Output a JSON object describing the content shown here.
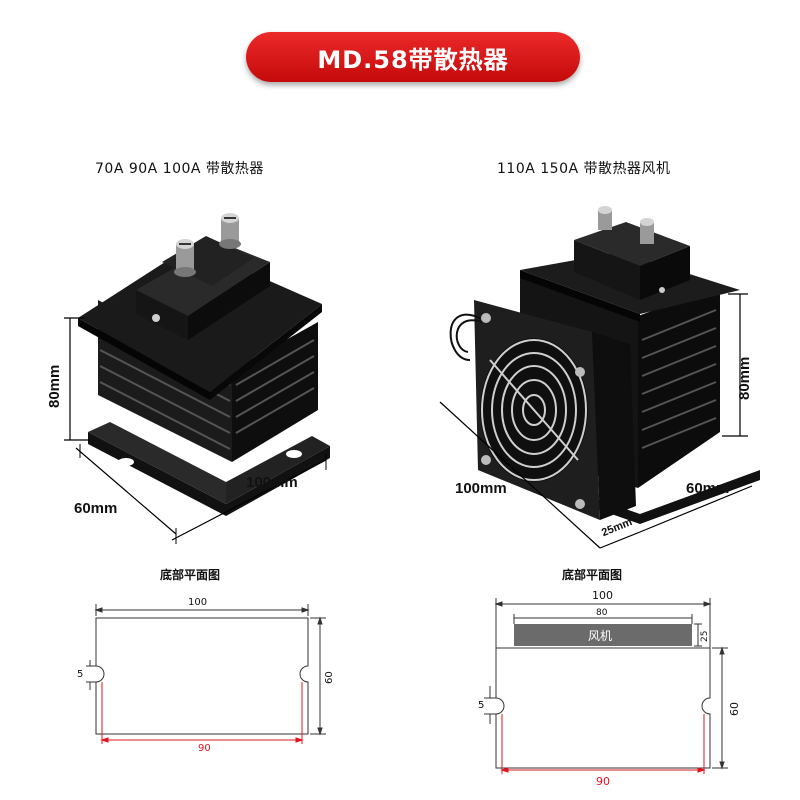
{
  "title": "MD.58带散热器",
  "left_product": {
    "caption": "70A 90A 100A 带散热器",
    "dims": {
      "height": "80mm",
      "length": "100mm",
      "width": "60mm"
    }
  },
  "right_product": {
    "caption": "110A 150A 带散热器风机",
    "dims": {
      "height": "80mm",
      "length": "100mm",
      "width": "60mm",
      "fan_depth": "25mm"
    }
  },
  "left_plan": {
    "title": "底部平面图",
    "width_label": "100",
    "height_label": "60",
    "slot_label": "5",
    "hole_spacing_label": "90"
  },
  "right_plan": {
    "title": "底部平面图",
    "width_label": "100",
    "fan_width_label": "80",
    "fan_label": "风机",
    "fan_depth_label": "25",
    "height_label": "60",
    "slot_label": "5",
    "hole_spacing_label": "90"
  },
  "colors": {
    "title_bg": "#d81414",
    "hole_dim": "#e0141e",
    "fan_box": "#6b6b6b"
  }
}
